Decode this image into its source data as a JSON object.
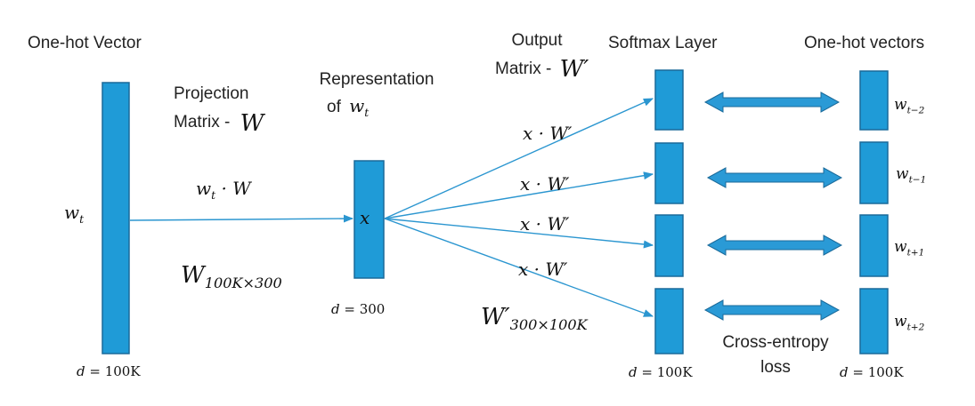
{
  "labels": {
    "one_hot_vector": "One-hot Vector",
    "projection_matrix_1": "Projection",
    "projection_matrix_2": "Matrix -",
    "representation_1": "Representation",
    "representation_2": "of",
    "output_matrix_1": "Output",
    "output_matrix_2": "Matrix -",
    "softmax_layer": "Softmax Layer",
    "one_hot_vectors": "One-hot vectors",
    "cross_entropy_1": "Cross-entropy",
    "cross_entropy_2": "loss"
  },
  "math": {
    "w": "w",
    "t_sub": "t",
    "W": "W",
    "W_prime": "W′",
    "x": "x",
    "input_product_w": "w",
    "input_product_dot": " · W",
    "W_dims": "100K×300",
    "Wp_dims": "300×100K",
    "x_dot_Wprime": "x · W′",
    "targets": [
      "t−2",
      "t−1",
      "t+1",
      "t+2"
    ]
  },
  "dims": {
    "input": "100K",
    "hidden": "300",
    "softmax": "100K",
    "targets": "100K"
  },
  "colors": {
    "bar_fill": "#1f9bd7",
    "bar_stroke": "#1a6a9a",
    "line": "#2b96d0",
    "arrow_fill": "#2a9ad6"
  }
}
